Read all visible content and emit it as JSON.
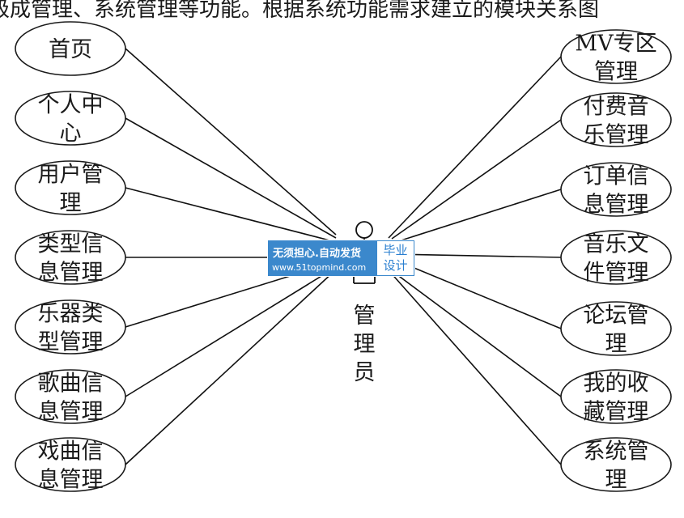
{
  "top_text": "级成管理、系统管理等功能。根据系统功能需求建立的模块关系图",
  "actor": {
    "label_lines": [
      "管",
      "理",
      "员"
    ]
  },
  "left_use_cases": [
    {
      "id": "uc-home",
      "lines": [
        "首页"
      ]
    },
    {
      "id": "uc-personal-center",
      "lines": [
        "个人中",
        "心"
      ]
    },
    {
      "id": "uc-user-management",
      "lines": [
        "用户管",
        "理"
      ]
    },
    {
      "id": "uc-type-info-management",
      "lines": [
        "类型信",
        "息管理"
      ]
    },
    {
      "id": "uc-instrument-type-management",
      "lines": [
        "乐器类",
        "型管理"
      ]
    },
    {
      "id": "uc-song-info-management",
      "lines": [
        "歌曲信",
        "息管理"
      ]
    },
    {
      "id": "uc-opera-info-management",
      "lines": [
        "戏曲信",
        "息管理"
      ]
    }
  ],
  "right_use_cases": [
    {
      "id": "uc-mv-zone-management",
      "lines": [
        "MV专区",
        "管理"
      ]
    },
    {
      "id": "uc-paid-music-management",
      "lines": [
        "付费音",
        "乐管理"
      ]
    },
    {
      "id": "uc-order-info-management",
      "lines": [
        "订单信",
        "息管理"
      ]
    },
    {
      "id": "uc-music-file-management",
      "lines": [
        "音乐文",
        "件管理"
      ]
    },
    {
      "id": "uc-forum-management",
      "lines": [
        "论坛管",
        "理"
      ]
    },
    {
      "id": "uc-my-favorites-management",
      "lines": [
        "我的收",
        "藏管理"
      ]
    },
    {
      "id": "uc-system-management",
      "lines": [
        "系统管",
        "理"
      ]
    }
  ],
  "watermark": {
    "line1": "无须担心.自动发货",
    "line2": "www.51topmind.com",
    "badge_line1": "毕业",
    "badge_line2": "设计"
  }
}
